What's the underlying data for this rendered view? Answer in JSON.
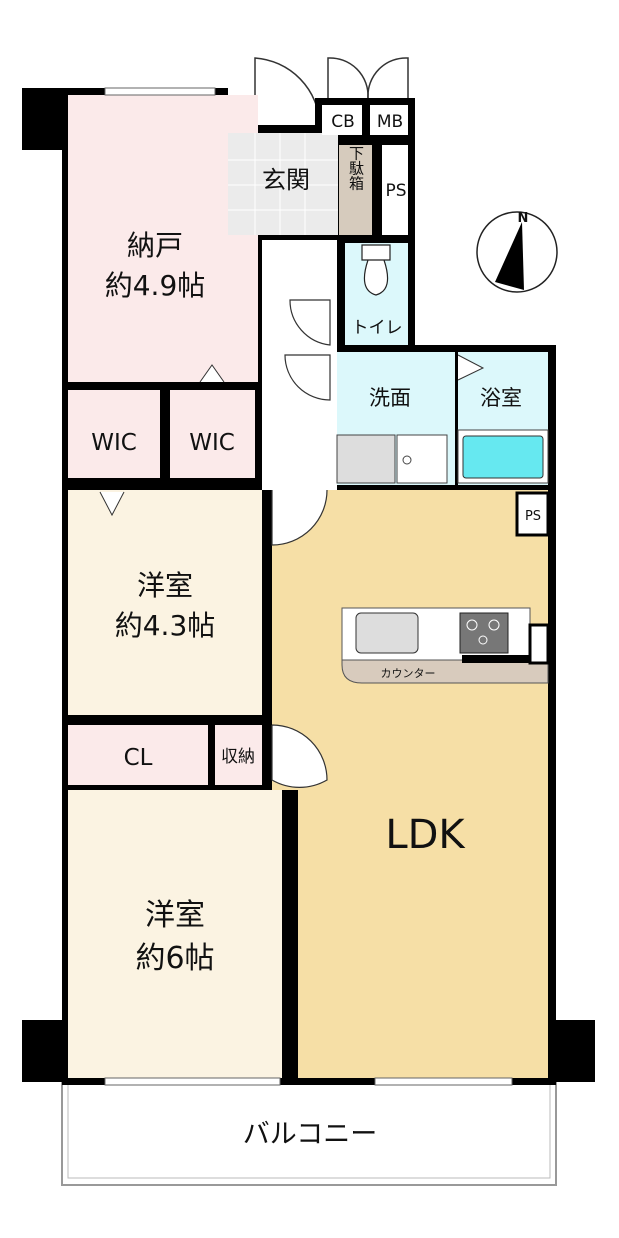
{
  "rooms": {
    "storage_room": {
      "name": "納戸",
      "size": "約4.9帖"
    },
    "wic1": {
      "name": "WIC"
    },
    "wic2": {
      "name": "WIC"
    },
    "entrance": {
      "name": "玄関"
    },
    "shoe_box": {
      "name": "下駄箱"
    },
    "ps_top": {
      "name": "PS"
    },
    "cb": {
      "name": "CB"
    },
    "mb": {
      "name": "MB"
    },
    "toilet": {
      "name": "トイレ"
    },
    "washroom": {
      "name": "洗面"
    },
    "bathroom": {
      "name": "浴室"
    },
    "ps_ldk": {
      "name": "PS"
    },
    "western1": {
      "name": "洋室",
      "size": "約4.3帖"
    },
    "closet": {
      "name": "CL"
    },
    "storage": {
      "name": "収納"
    },
    "western2": {
      "name": "洋室",
      "size": "約6帖"
    },
    "ldk": {
      "name": "LDK"
    },
    "counter": {
      "name": "カウンター"
    },
    "balcony": {
      "name": "バルコニー"
    }
  },
  "compass": {
    "label": "N"
  },
  "colors": {
    "pink": "#fbeaea",
    "cream": "#fbf3e2",
    "ldk": "#f6dfa6",
    "aqua": "#dcf8fb",
    "tub": "#66e8f0",
    "entrance": "#ebebeb",
    "shoe": "#d6cbbd"
  }
}
